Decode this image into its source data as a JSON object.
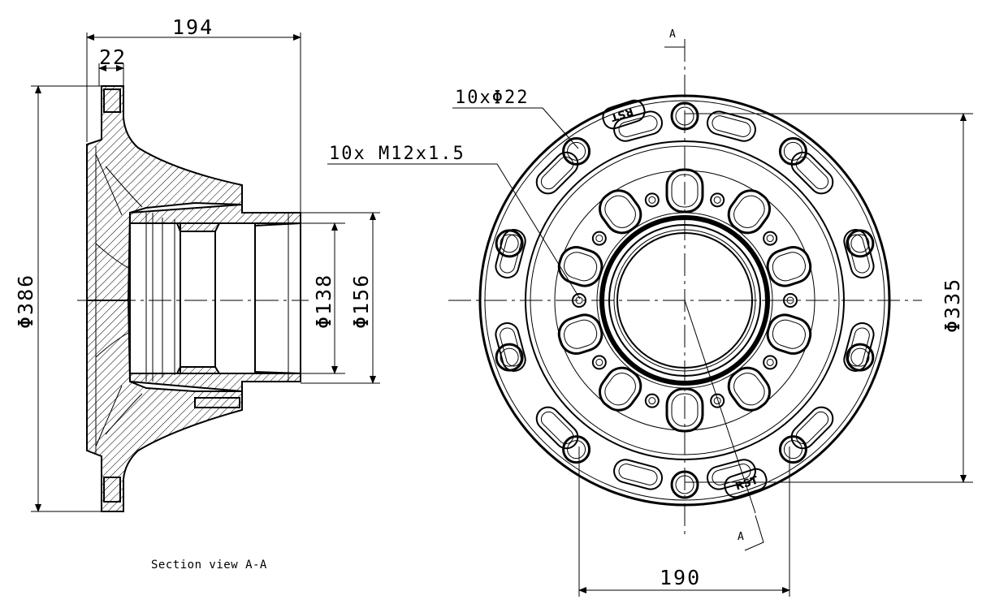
{
  "section": {
    "caption": "Section view A-A",
    "dims": {
      "overall_length": "194",
      "flange_thickness": "22",
      "outer_diameter": "Φ386",
      "bore_diameter": "Φ138",
      "bearing_diameter": "Φ156"
    }
  },
  "front": {
    "labels": {
      "hole_callout": "10xΦ22",
      "thread_callout": "10x M12x1.5",
      "section_mark_top": "A",
      "section_mark_bottom": "A"
    },
    "dims": {
      "bolt_circle_diameter": "Φ335",
      "horizontal_span": "190"
    },
    "logo_text": "RST"
  }
}
